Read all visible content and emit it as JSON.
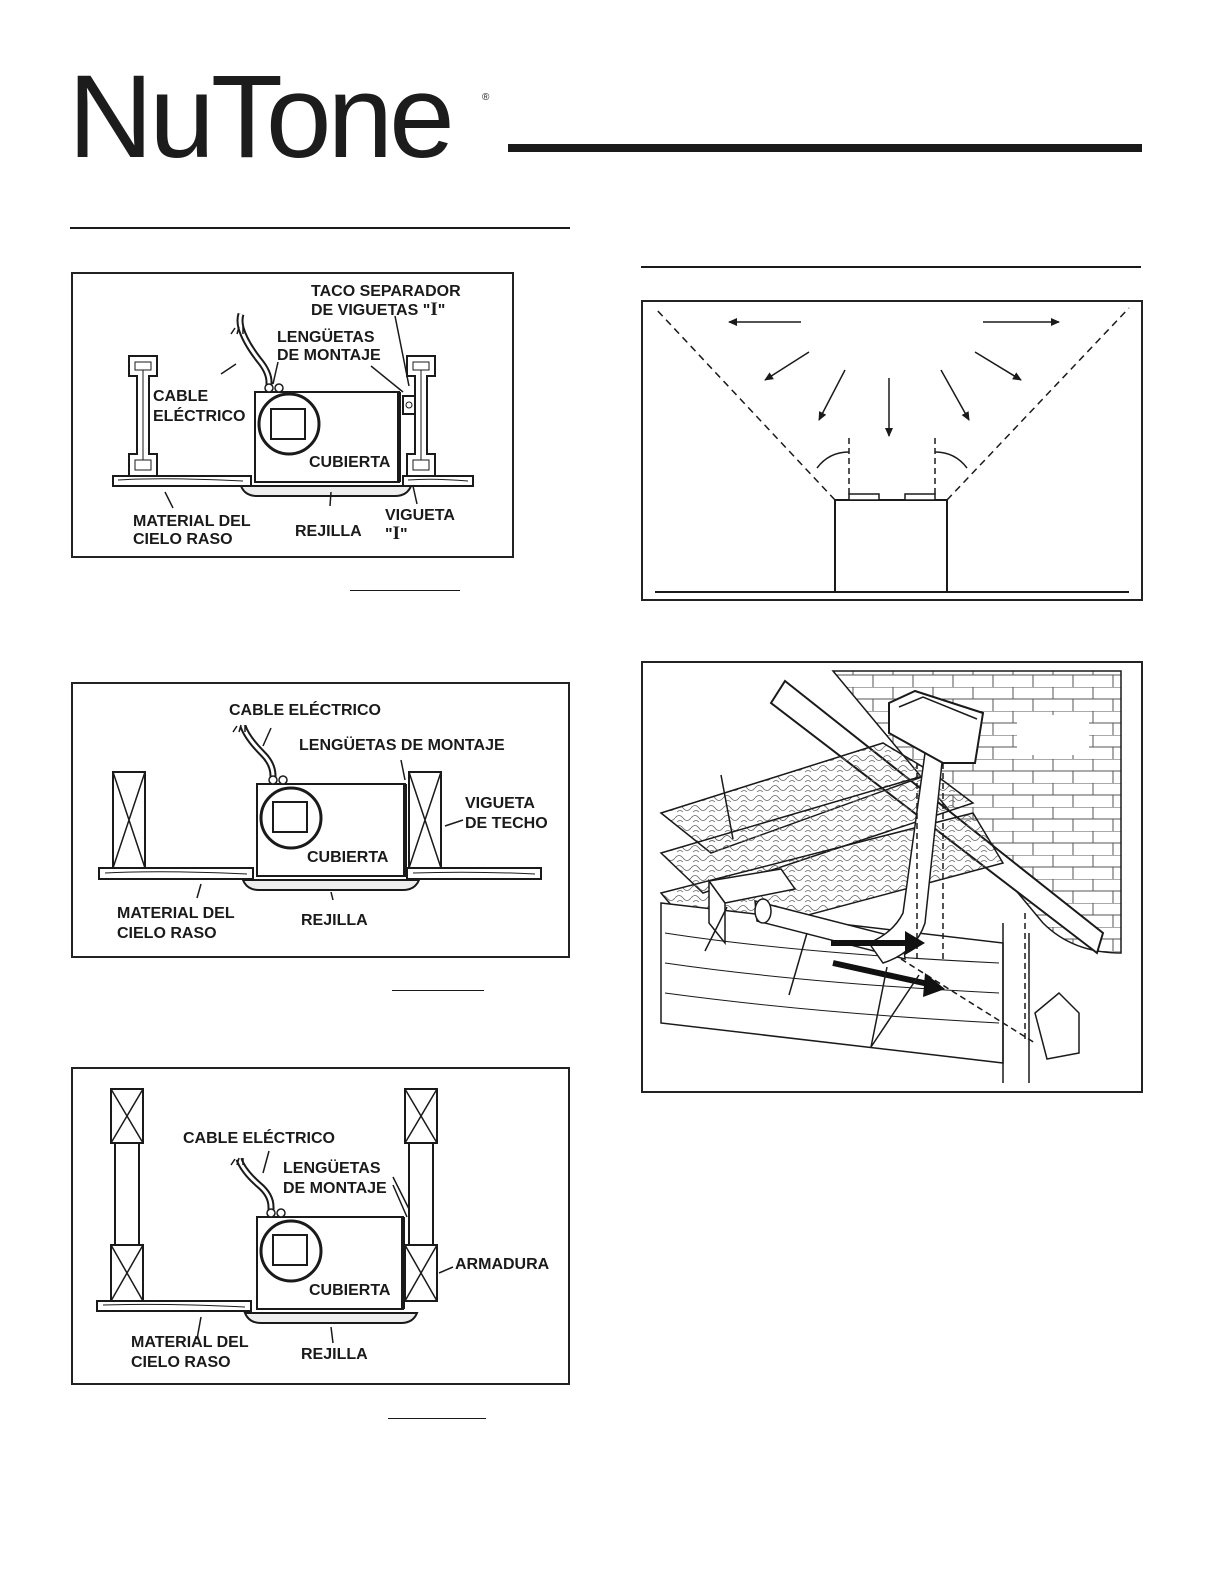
{
  "header": {
    "brand": "NuTone",
    "registered_mark": "®"
  },
  "fig_ijoist": {
    "labels": {
      "spacer_line1": "TACO SEPARADOR",
      "spacer_line2": "DE VIGUETAS \"",
      "spacer_i": "I",
      "spacer_end": "\"",
      "tabs_line1": "LENGÜETAS",
      "tabs_line2": "DE MONTAJE",
      "cable_line1": "CABLE",
      "cable_line2": "ELÉCTRICO",
      "housing": "CUBIERTA",
      "ceiling_line1": "MATERIAL DEL",
      "ceiling_line2": "CIELO RASO",
      "grille": "REJILLA",
      "joist_line1": "VIGUETA",
      "joist_q1": "\"",
      "joist_i": "I",
      "joist_q2": "\""
    }
  },
  "fig_joist": {
    "labels": {
      "cable": "CABLE ELÉCTRICO",
      "tabs": "LENGÜETAS DE MONTAJE",
      "joist_line1": "VIGUETA",
      "joist_line2": "DE TECHO",
      "housing": "CUBIERTA",
      "ceiling_line1": "MATERIAL DEL",
      "ceiling_line2": "CIELO RASO",
      "grille": "REJILLA"
    }
  },
  "fig_truss": {
    "labels": {
      "cable": "CABLE ELÉCTRICO",
      "tabs_line1": "LENGÜETAS",
      "tabs_line2": "DE MONTAJE",
      "truss": "ARMADURA",
      "housing": "CUBIERTA",
      "ceiling_line1": "MATERIAL DEL",
      "ceiling_line2": "CIELO RASO",
      "grille": "REJILLA"
    }
  }
}
